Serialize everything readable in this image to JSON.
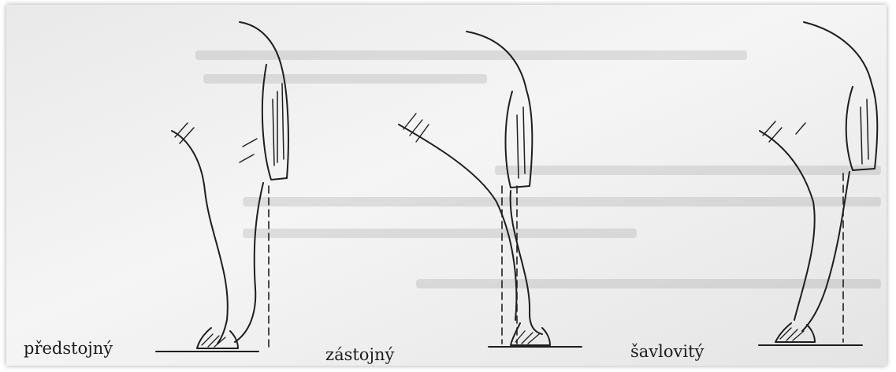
{
  "figure": {
    "captions": [
      "předstojný",
      "zástojný",
      "šavlovitý"
    ],
    "ink_color": "#1e1e1e",
    "paper_color": "#efefef"
  }
}
